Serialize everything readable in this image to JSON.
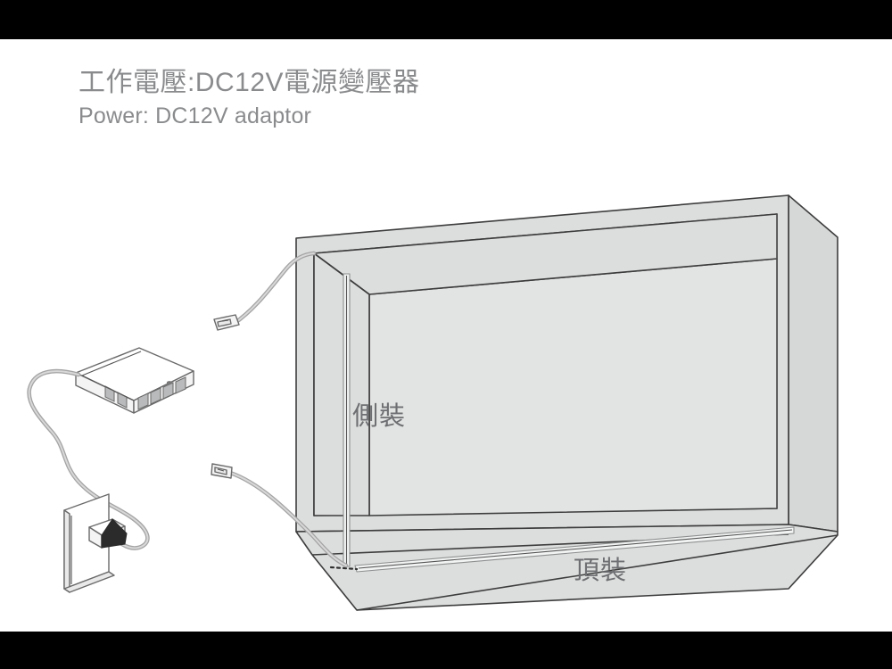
{
  "slide": {
    "background_color": "#ffffff",
    "letterbox_color": "#000000",
    "text_color": "#8a8b8d"
  },
  "caption": {
    "chinese": "工作電壓:DC12V電源變壓器",
    "english": "Power: DC12V adaptor"
  },
  "diagram": {
    "labels": {
      "side_mount": "側裝",
      "top_mount": "頂裝"
    },
    "parts": {
      "cabinet": "display-cabinet",
      "adaptor": "dc12v-power-adaptor",
      "wall_outlet": "wall-socket",
      "plug": "mains-plug",
      "led_strip_vertical": "side-mounted-led-strip",
      "led_strip_horizontal": "top-mounted-led-strip",
      "cable_upper": "upper-connector-cable",
      "cable_lower": "lower-connector-cable",
      "connector_upper": "upper-dc-connector",
      "connector_lower": "lower-dc-connector"
    },
    "colors": {
      "panel_fill": "#dcdedd",
      "panel_fill_light": "#e3e5e4",
      "outline": "#3d3d3d",
      "cable": "#9a9a9a",
      "adaptor_body": "#ffffff",
      "port_fill": "#b9babb",
      "plug_prong": "#2b2b2b"
    }
  }
}
